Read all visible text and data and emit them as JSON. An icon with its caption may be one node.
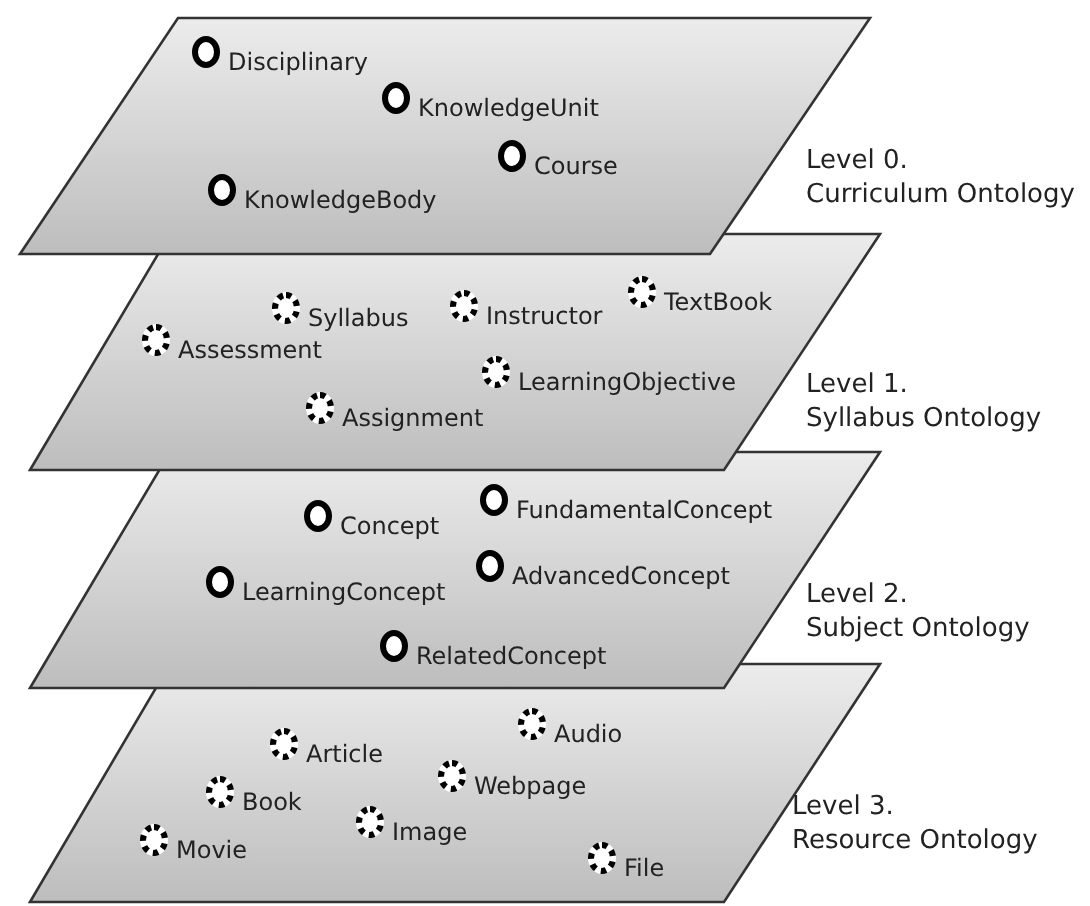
{
  "diagram": {
    "nodes": [
      {
        "text": [],
        "shape": "parallelogram",
        "beside": [
          "Level 0. Curriculum Ontology"
        ]
      },
      {
        "text": [
          "Disciplinary"
        ],
        "in": 0
      },
      {
        "text": [
          "KnowledgeUnit"
        ],
        "in": 0
      },
      {
        "text": [
          "Course"
        ],
        "in": 0
      },
      {
        "text": [
          "KnowledgeBody"
        ],
        "in": 0
      },
      {
        "text": [],
        "shape": "parallelogram",
        "beside": [
          "Level 1. Syllabus Ontology"
        ]
      },
      {
        "text": [
          "Syllabus"
        ],
        "in": 5
      },
      {
        "text": [
          "Instructor"
        ],
        "in": 5
      },
      {
        "text": [
          "TextBook"
        ],
        "in": 5
      },
      {
        "text": [
          "Assessment"
        ],
        "in": 5
      },
      {
        "text": [
          "LearningObjective"
        ],
        "in": 5
      },
      {
        "text": [
          "Assignment"
        ],
        "in": 5
      },
      {
        "text": [],
        "shape": "parallelogram",
        "beside": [
          "Level 2. Subject Ontology"
        ]
      },
      {
        "text": [
          "Concept"
        ],
        "in": 12
      },
      {
        "text": [
          "FundamentalConcept"
        ],
        "in": 12
      },
      {
        "text": [
          "LearningConcept"
        ],
        "in": 12
      },
      {
        "text": [
          "AdvancedConcept"
        ],
        "in": 12
      },
      {
        "text": [
          "RelatedConcept"
        ],
        "in": 12
      },
      {
        "text": [],
        "shape": "parallelogram",
        "beside": [
          "Level 3. Resource Ontology"
        ]
      },
      {
        "text": [
          "Audio"
        ],
        "in": 18
      },
      {
        "text": [
          "Article"
        ],
        "in": 18
      },
      {
        "text": [
          "Webpage"
        ],
        "in": 18
      },
      {
        "text": [
          "Book"
        ],
        "in": 18
      },
      {
        "text": [
          "Image"
        ],
        "in": 18
      },
      {
        "text": [
          "Movie"
        ],
        "in": 18
      },
      {
        "text": [
          "File"
        ],
        "in": 18
      }
    ]
  }
}
